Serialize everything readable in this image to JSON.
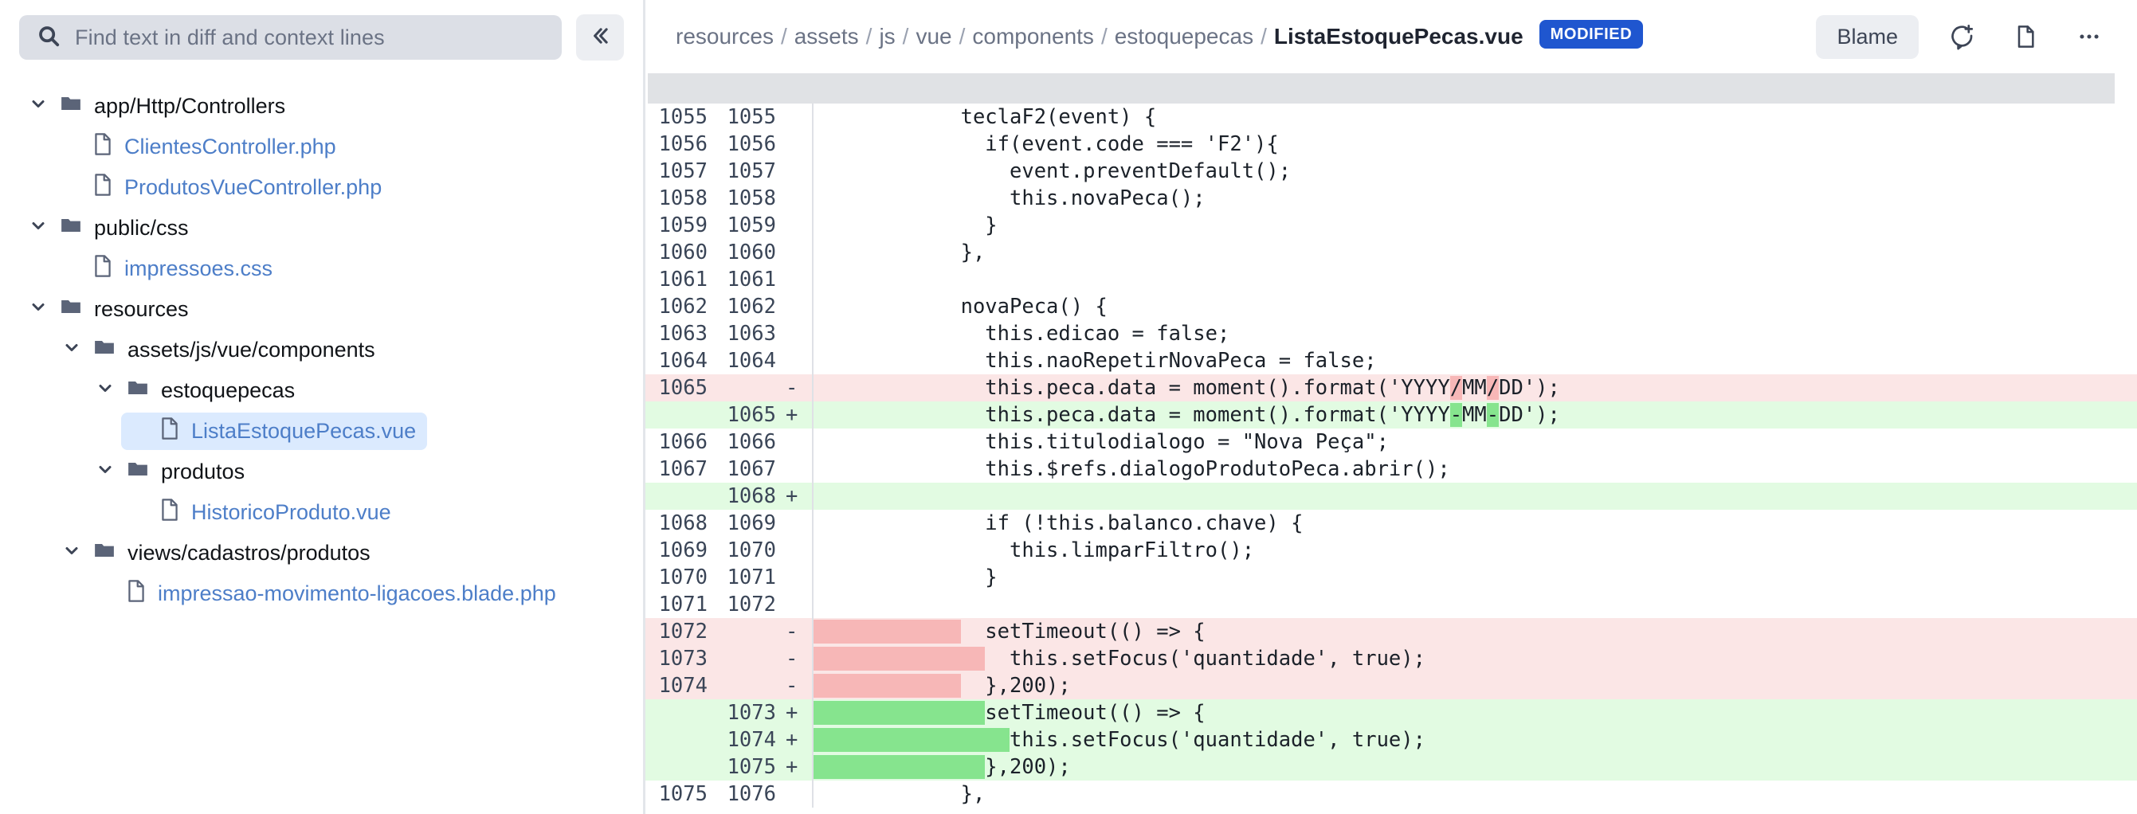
{
  "search": {
    "placeholder": "Find text in diff and context lines",
    "value": "",
    "icon": "search-icon"
  },
  "sidebar": {
    "collapse_label": "«",
    "tree": [
      {
        "type": "folder",
        "label": "app/Http/Controllers",
        "depth": 0,
        "expanded": true,
        "selected": false
      },
      {
        "type": "file",
        "label": "ClientesController.php",
        "depth": 1,
        "expanded": false,
        "selected": false
      },
      {
        "type": "file",
        "label": "ProdutosVueController.php",
        "depth": 1,
        "expanded": false,
        "selected": false
      },
      {
        "type": "folder",
        "label": "public/css",
        "depth": 0,
        "expanded": true,
        "selected": false
      },
      {
        "type": "file",
        "label": "impressoes.css",
        "depth": 1,
        "expanded": false,
        "selected": false
      },
      {
        "type": "folder",
        "label": "resources",
        "depth": 0,
        "expanded": true,
        "selected": false
      },
      {
        "type": "folder",
        "label": "assets/js/vue/components",
        "depth": 1,
        "expanded": true,
        "selected": false
      },
      {
        "type": "folder",
        "label": "estoquepecas",
        "depth": 2,
        "expanded": true,
        "selected": false
      },
      {
        "type": "file",
        "label": "ListaEstoquePecas.vue",
        "depth": 3,
        "expanded": false,
        "selected": true
      },
      {
        "type": "folder",
        "label": "produtos",
        "depth": 2,
        "expanded": true,
        "selected": false
      },
      {
        "type": "file",
        "label": "HistoricoProduto.vue",
        "depth": 3,
        "expanded": false,
        "selected": false
      },
      {
        "type": "folder",
        "label": "views/cadastros/produtos",
        "depth": 1,
        "expanded": true,
        "selected": false
      },
      {
        "type": "file",
        "label": "impressao-movimento-ligacoes.blade.php",
        "depth": 2,
        "expanded": false,
        "selected": false
      }
    ]
  },
  "header": {
    "breadcrumb_parts": [
      "resources",
      "assets",
      "js",
      "vue",
      "components",
      "estoquepecas"
    ],
    "breadcrumb_separator": "/",
    "filename": "ListaEstoquePecas.vue",
    "status_badge": "MODIFIED",
    "badge_color": "#1f56cf",
    "blame_label": "Blame",
    "icons": [
      "add-comment-icon",
      "file-icon",
      "more-options-icon"
    ]
  },
  "diff": {
    "collapsed_indicator": "torn-edge-band",
    "colors": {
      "deleted_row": "#fbe6e6",
      "added_row": "#e2fbe2",
      "deleted_highlight": "#f7b7b7",
      "added_highlight": "#86e48e",
      "line_number": "#3a4557"
    },
    "rows": [
      {
        "old": "1055",
        "new": "1055",
        "sign": "",
        "type": "ctx",
        "segments": [
          {
            "t": "            teclaF2(event) {"
          }
        ]
      },
      {
        "old": "1056",
        "new": "1056",
        "sign": "",
        "type": "ctx",
        "segments": [
          {
            "t": "              if(event.code === 'F2'){"
          }
        ]
      },
      {
        "old": "1057",
        "new": "1057",
        "sign": "",
        "type": "ctx",
        "segments": [
          {
            "t": "                event.preventDefault();"
          }
        ]
      },
      {
        "old": "1058",
        "new": "1058",
        "sign": "",
        "type": "ctx",
        "segments": [
          {
            "t": "                this.novaPeca();"
          }
        ]
      },
      {
        "old": "1059",
        "new": "1059",
        "sign": "",
        "type": "ctx",
        "segments": [
          {
            "t": "              }"
          }
        ]
      },
      {
        "old": "1060",
        "new": "1060",
        "sign": "",
        "type": "ctx",
        "segments": [
          {
            "t": "            },"
          }
        ]
      },
      {
        "old": "1061",
        "new": "1061",
        "sign": "",
        "type": "ctx",
        "segments": [
          {
            "t": ""
          }
        ]
      },
      {
        "old": "1062",
        "new": "1062",
        "sign": "",
        "type": "ctx",
        "segments": [
          {
            "t": "            novaPeca() {"
          }
        ]
      },
      {
        "old": "1063",
        "new": "1063",
        "sign": "",
        "type": "ctx",
        "segments": [
          {
            "t": "              this.edicao = false;"
          }
        ]
      },
      {
        "old": "1064",
        "new": "1064",
        "sign": "",
        "type": "ctx",
        "segments": [
          {
            "t": "              this.naoRepetirNovaPeca = false;"
          }
        ]
      },
      {
        "old": "1065",
        "new": "",
        "sign": "-",
        "type": "del",
        "segments": [
          {
            "t": "              this.peca.data = moment().format('YYYY"
          },
          {
            "t": "/",
            "hl": true
          },
          {
            "t": "MM"
          },
          {
            "t": "/",
            "hl": true
          },
          {
            "t": "DD');"
          }
        ]
      },
      {
        "old": "",
        "new": "1065",
        "sign": "+",
        "type": "add",
        "segments": [
          {
            "t": "              this.peca.data = moment().format('YYYY"
          },
          {
            "t": "-",
            "hl": true
          },
          {
            "t": "MM"
          },
          {
            "t": "-",
            "hl": true
          },
          {
            "t": "DD');"
          }
        ]
      },
      {
        "old": "1066",
        "new": "1066",
        "sign": "",
        "type": "ctx",
        "segments": [
          {
            "t": "              this.titulodialogo = \"Nova Peça\";"
          }
        ]
      },
      {
        "old": "1067",
        "new": "1067",
        "sign": "",
        "type": "ctx",
        "segments": [
          {
            "t": "              this.$refs.dialogoProdutoPeca.abrir();"
          }
        ]
      },
      {
        "old": "",
        "new": "1068",
        "sign": "+",
        "type": "add",
        "segments": [
          {
            "t": ""
          }
        ]
      },
      {
        "old": "1068",
        "new": "1069",
        "sign": "",
        "type": "ctx",
        "segments": [
          {
            "t": "              if (!this.balanco.chave) {"
          }
        ]
      },
      {
        "old": "1069",
        "new": "1070",
        "sign": "",
        "type": "ctx",
        "segments": [
          {
            "t": "                this.limparFiltro();"
          }
        ]
      },
      {
        "old": "1070",
        "new": "1071",
        "sign": "",
        "type": "ctx",
        "segments": [
          {
            "t": "              }"
          }
        ]
      },
      {
        "old": "1071",
        "new": "1072",
        "sign": "",
        "type": "ctx",
        "segments": [
          {
            "t": ""
          }
        ]
      },
      {
        "old": "1072",
        "new": "",
        "sign": "-",
        "type": "del",
        "segments": [
          {
            "t": "            ",
            "hl": true
          },
          {
            "t": "  setTimeout(() => {"
          }
        ]
      },
      {
        "old": "1073",
        "new": "",
        "sign": "-",
        "type": "del",
        "segments": [
          {
            "t": "              ",
            "hl": true
          },
          {
            "t": "  this.setFocus('quantidade', true);"
          }
        ]
      },
      {
        "old": "1074",
        "new": "",
        "sign": "-",
        "type": "del",
        "segments": [
          {
            "t": "            ",
            "hl": true
          },
          {
            "t": "  },200);"
          }
        ]
      },
      {
        "old": "",
        "new": "1073",
        "sign": "+",
        "type": "add",
        "segments": [
          {
            "t": "              ",
            "hl": true
          },
          {
            "t": "setTimeout(() => {"
          }
        ]
      },
      {
        "old": "",
        "new": "1074",
        "sign": "+",
        "type": "add",
        "segments": [
          {
            "t": "                ",
            "hl": true
          },
          {
            "t": "this.setFocus('quantidade', true);"
          }
        ]
      },
      {
        "old": "",
        "new": "1075",
        "sign": "+",
        "type": "add",
        "segments": [
          {
            "t": "              ",
            "hl": true
          },
          {
            "t": "},200);"
          }
        ]
      },
      {
        "old": "1075",
        "new": "1076",
        "sign": "",
        "type": "ctx",
        "segments": [
          {
            "t": "            },"
          }
        ]
      }
    ]
  }
}
